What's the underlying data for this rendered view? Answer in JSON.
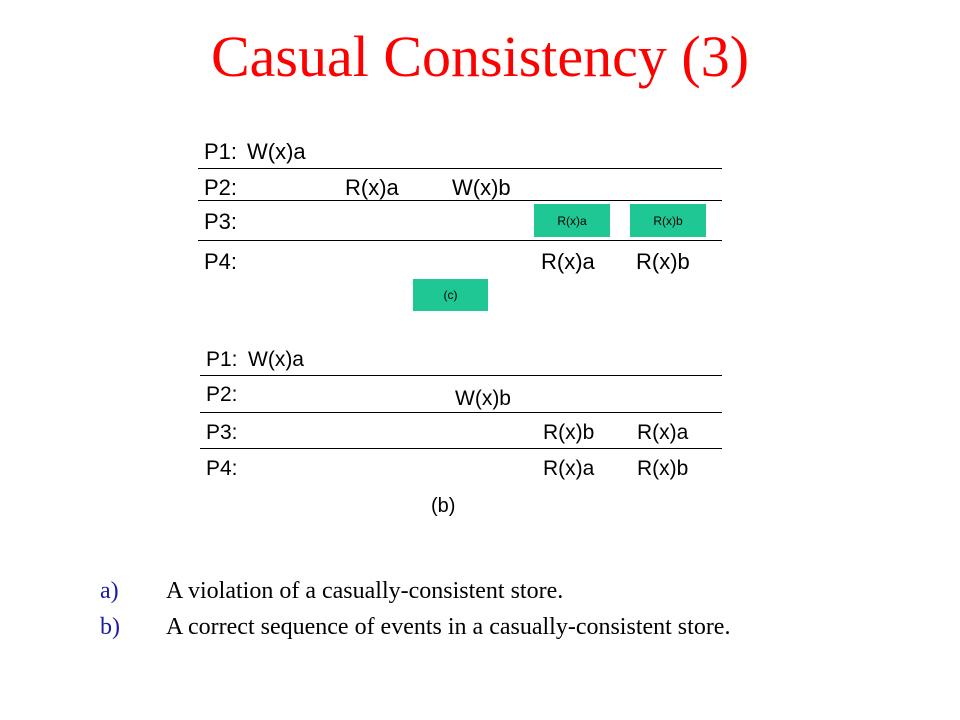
{
  "slide": {
    "title": "Casual Consistency (3)"
  },
  "diagram_c": {
    "rows": [
      {
        "label": "P1:",
        "ops": [
          "W(x)a"
        ]
      },
      {
        "label": "P2:",
        "ops": [
          "R(x)a",
          "W(x)b"
        ]
      },
      {
        "label": "P3:",
        "ops": [
          "R(x)a",
          "R(x)b"
        ]
      },
      {
        "label": "P4:",
        "ops": [
          "R(x)a",
          "R(x)b"
        ]
      }
    ],
    "caption": "(c)"
  },
  "diagram_b": {
    "rows": [
      {
        "label": "P1:",
        "ops": [
          "W(x)a"
        ]
      },
      {
        "label": "P2:",
        "ops": [
          "W(x)b"
        ]
      },
      {
        "label": "P3:",
        "ops": [
          "R(x)b",
          "R(x)a"
        ]
      },
      {
        "label": "P4:",
        "ops": [
          "R(x)a",
          "R(x)b"
        ]
      }
    ],
    "caption": "(b)"
  },
  "captions": [
    {
      "marker": "a)",
      "text": "A violation of a casually-consistent store."
    },
    {
      "marker": "b)",
      "text": "A correct sequence of events in a casually-consistent store."
    }
  ],
  "colors": {
    "title": "#ff0000",
    "highlight": "#1ec793",
    "list_marker": "#1a1aa6"
  }
}
